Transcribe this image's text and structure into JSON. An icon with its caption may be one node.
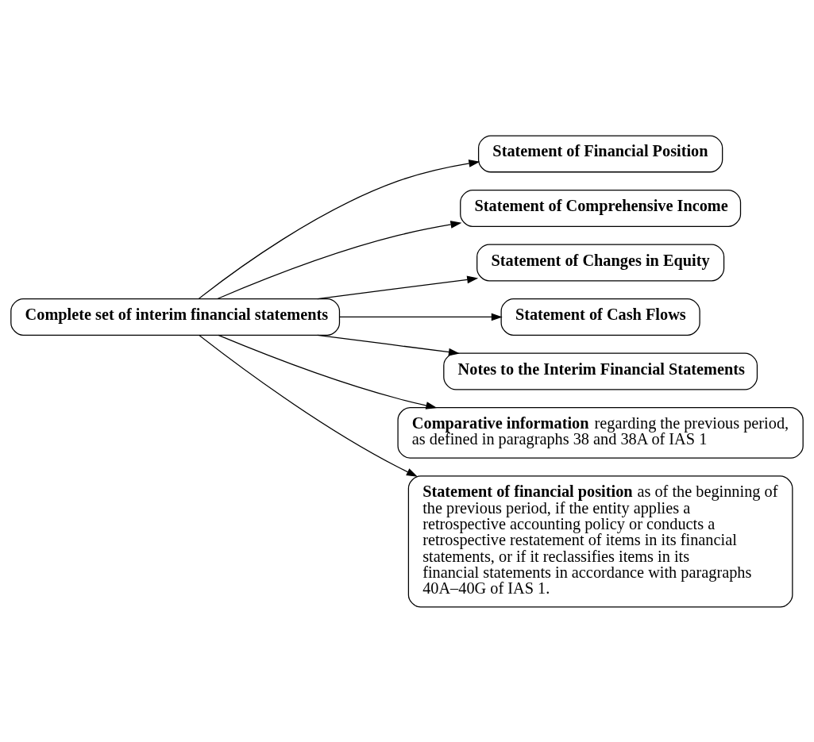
{
  "diagram": {
    "nodes": [
      {
        "text": [
          "Complete set of interim financial statements"
        ]
      },
      {
        "text": [
          "Statement of Financial Position"
        ]
      },
      {
        "text": [
          "Statement of Comprehensive Income"
        ]
      },
      {
        "text": [
          "Statement of Changes in Equity"
        ]
      },
      {
        "text": [
          "Statement of Cash Flows"
        ]
      },
      {
        "text": [
          "Notes to the Interim Financial Statements"
        ]
      },
      {
        "text": [
          "**Comparative information** regarding the previous period, as defined in paragraphs 38 and 38A of IAS 1"
        ]
      },
      {
        "text": [
          "**Statement of financial position** as of the beginning of the previous period, if the entity applies a retrospective accounting policy or conducts a retrospective restatement of items in its financial statements, or if it reclassifies items in its financial statements in accordance with paragraphs 40A–40G of IAS 1."
        ]
      }
    ],
    "edges": [
      {
        "from": 0,
        "to": 1,
        "arrow": "to"
      },
      {
        "from": 0,
        "to": 2,
        "arrow": "to"
      },
      {
        "from": 0,
        "to": 3,
        "arrow": "to"
      },
      {
        "from": 0,
        "to": 4,
        "arrow": "to"
      },
      {
        "from": 0,
        "to": 5,
        "arrow": "to"
      },
      {
        "from": 0,
        "to": 6,
        "arrow": "to"
      },
      {
        "from": 0,
        "to": 7,
        "arrow": "to"
      }
    ]
  }
}
